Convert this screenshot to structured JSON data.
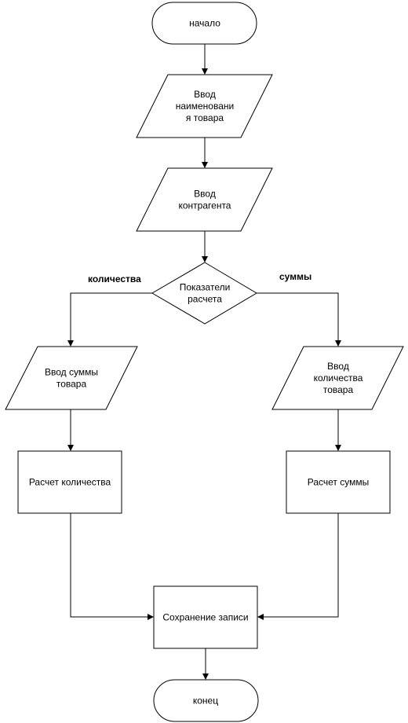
{
  "nodes": {
    "start": {
      "lines": [
        "начало"
      ]
    },
    "input_name": {
      "lines": [
        "Ввод",
        "наименовани",
        "я товара"
      ]
    },
    "input_contractor": {
      "lines": [
        "Ввод",
        "контрагента"
      ]
    },
    "decision": {
      "lines": [
        "Показатели",
        "расчета"
      ]
    },
    "input_sum": {
      "lines": [
        "Ввод суммы",
        "товара"
      ]
    },
    "input_qty": {
      "lines": [
        "Ввод",
        "количества",
        "товара"
      ]
    },
    "calc_qty": {
      "lines": [
        "Расчет количества"
      ]
    },
    "calc_sum": {
      "lines": [
        "Расчет суммы"
      ]
    },
    "save": {
      "lines": [
        "Сохранение записи"
      ]
    },
    "end": {
      "lines": [
        "конец"
      ]
    }
  },
  "branches": {
    "left": "количества",
    "right": "суммы"
  }
}
